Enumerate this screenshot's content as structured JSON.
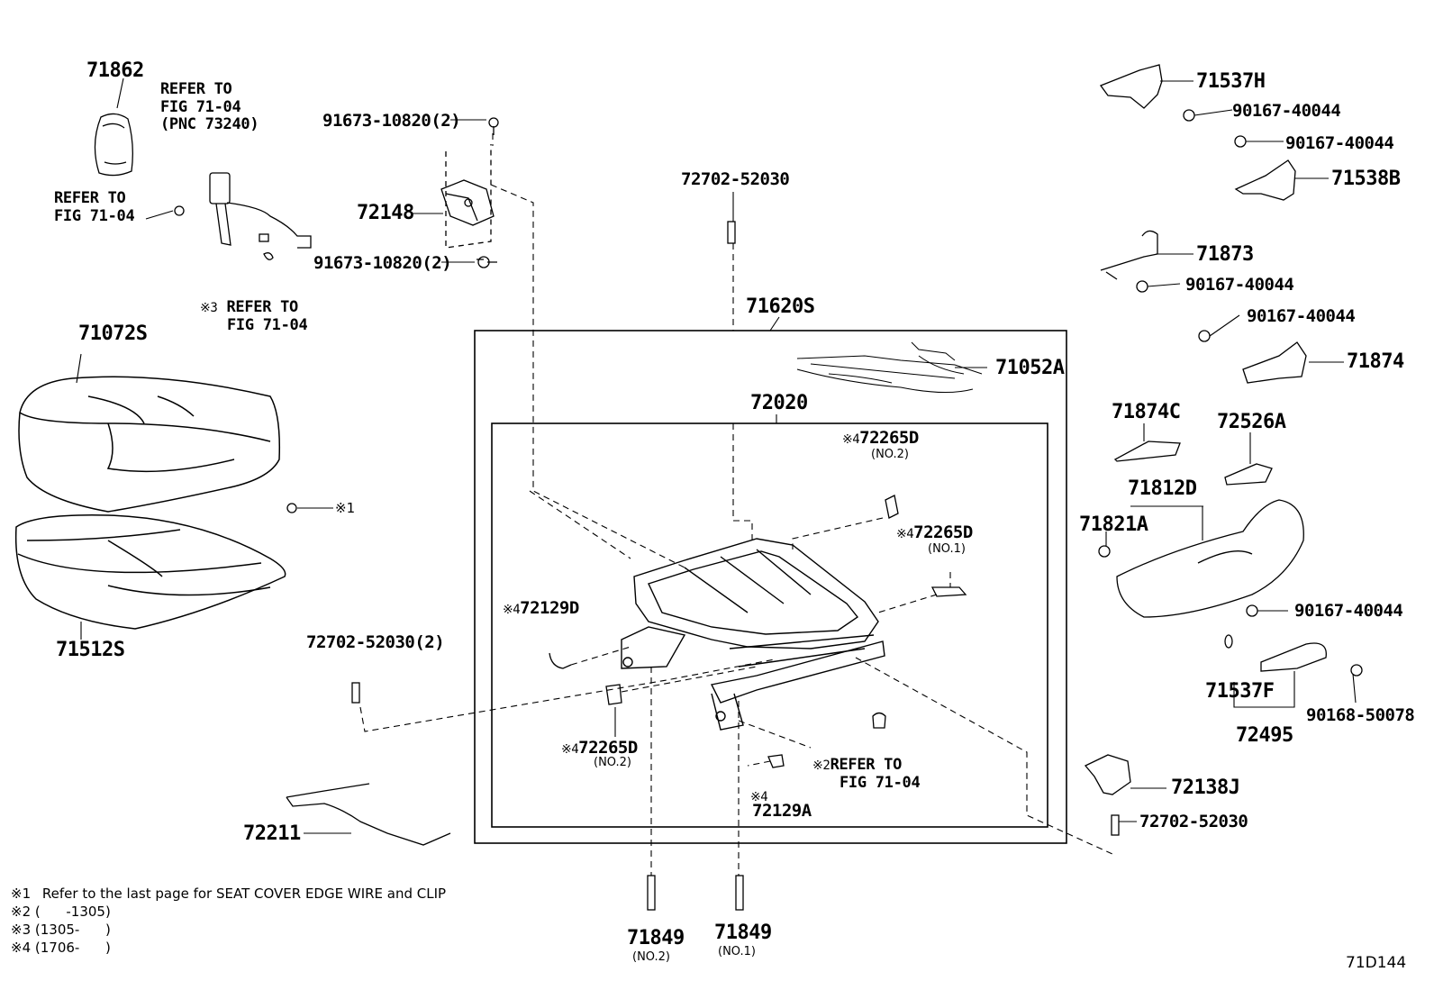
{
  "diagram_code": "71D144",
  "parts": {
    "p71862": "71862",
    "p71072S": "71072S",
    "p71512S": "71512S",
    "p72148": "72148",
    "p91673a": "91673-10820(2)",
    "p91673b": "91673-10820(2)",
    "p72702_top": "72702-52030",
    "p71620S": "71620S",
    "p71052A": "71052A",
    "p72020": "72020",
    "p72265D_no2_top": "72265D",
    "p72265D_no1": "72265D",
    "p72129D": "72129D",
    "p72265D_no2_bot": "72265D",
    "p72129A": "72129A",
    "p72702_left": "72702-52030(2)",
    "p72211": "72211",
    "p71849_no2": "71849",
    "p71849_no1": "71849",
    "p71537H": "71537H",
    "p90167_a": "90167-40044",
    "p90167_b": "90167-40044",
    "p71538B": "71538B",
    "p71873": "71873",
    "p90167_c": "90167-40044",
    "p90167_d": "90167-40044",
    "p71874": "71874",
    "p71874C": "71874C",
    "p72526A": "72526A",
    "p71812D": "71812D",
    "p71821A": "71821A",
    "p90167_e": "90167-40044",
    "p71537F": "71537F",
    "p72495": "72495",
    "p90168": "90168-50078",
    "p72138J": "72138J",
    "p72702_right": "72702-52030"
  },
  "sub_labels": {
    "no2_top": "(NO.2)",
    "no1": "(NO.1)",
    "no2_bot": "(NO.2)",
    "no2_71849": "(NO.2)",
    "no1_71849": "(NO.1)"
  },
  "marks": {
    "m1": "※1",
    "m2": "※2",
    "m3": "※3",
    "m4": "※4"
  },
  "refs": {
    "refer_top_1": "REFER TO",
    "refer_top_2": "FIG 71-04",
    "refer_top_3": "(PNC 73240)",
    "refer_left_1": "REFER TO",
    "refer_left_2": "FIG 71-04",
    "refer_m3_1": "REFER TO",
    "refer_m3_2": "FIG 71-04",
    "refer_m2_1": "REFER TO",
    "refer_m2_2": "FIG 71-04"
  },
  "footnotes": [
    {
      "mark": "※1",
      "text": "Refer to the last page for SEAT COVER EDGE WIRE and CLIP"
    },
    {
      "mark": "※2",
      "text": "(      -1305)"
    },
    {
      "mark": "※3",
      "text": "(1305-      )"
    },
    {
      "mark": "※4",
      "text": "(1706-      )"
    }
  ]
}
